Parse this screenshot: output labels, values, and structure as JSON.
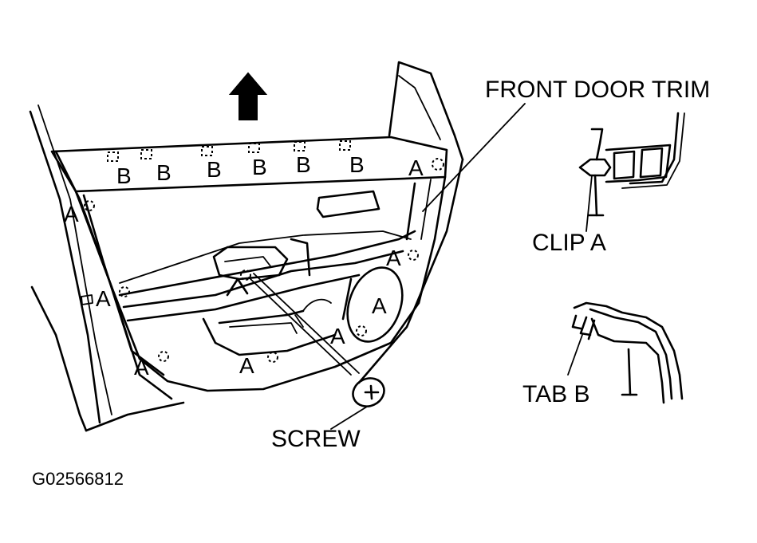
{
  "labels": {
    "front_door_trim": "FRONT DOOR TRIM",
    "clip_a": "CLIP A",
    "tab_b": "TAB B",
    "screw": "SCREW",
    "figure_id": "G02566812",
    "clip_marker": "A",
    "tab_marker": "B"
  },
  "colors": {
    "line": "#000000",
    "background": "#ffffff"
  }
}
